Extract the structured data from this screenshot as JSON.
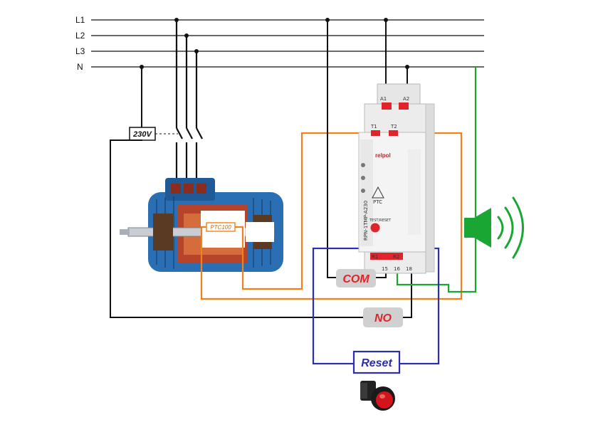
{
  "lines": {
    "l1": "L1",
    "l2": "L2",
    "l3": "L3",
    "n": "N"
  },
  "supply_label": "230V",
  "sensor_label": "PTC100",
  "labels": {
    "com": "COM",
    "no": "NO",
    "reset": "Reset"
  },
  "relay": {
    "brand": "relpol",
    "model": "RPN-1TMP-A230",
    "ptc_text": "PTC",
    "test_reset": "TEST/RESET",
    "terminals": {
      "a1": "A1",
      "a2": "A2",
      "t1": "T1",
      "t2": "T2",
      "r1": "R1",
      "r2": "R2",
      "t15": "15",
      "t16": "16",
      "t18": "18"
    }
  },
  "colors": {
    "power": "#111111",
    "sensor": "#f0821e",
    "reset_circuit": "#2b2db5",
    "alarm": "#1aa632",
    "relay_red": "#e0242a",
    "motor_blue": "#2a6fb3"
  },
  "icons": {
    "motor": "motor-cutaway-image",
    "siren": "speaker-icon",
    "reset_button": "red-pushbutton-icon"
  }
}
